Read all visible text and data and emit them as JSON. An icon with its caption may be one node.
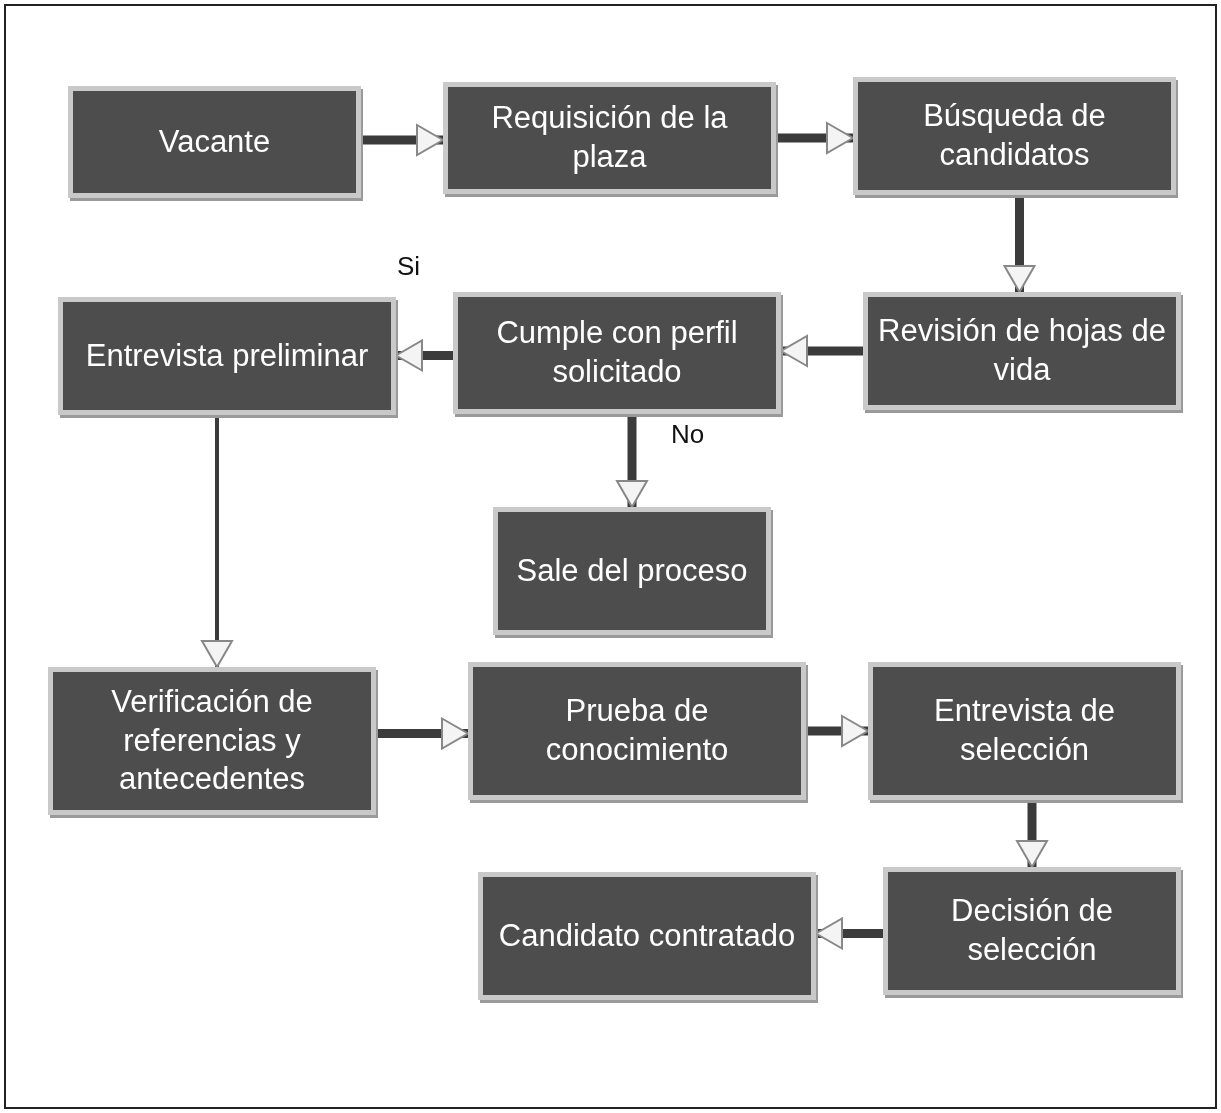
{
  "diagram": {
    "nodes": [
      {
        "text": [
          "Vacante"
        ]
      },
      {
        "text": [
          "Requisición de la plaza"
        ]
      },
      {
        "text": [
          "Búsqueda de candidatos"
        ]
      },
      {
        "text": [
          "Revisión de hojas de vida"
        ]
      },
      {
        "text": [
          "Cumple con perfil solicitado"
        ]
      },
      {
        "text": [
          "Entrevista preliminar"
        ]
      },
      {
        "text": [
          "Sale del proceso"
        ]
      },
      {
        "text": [
          "Verificación de referencias y antecedentes"
        ]
      },
      {
        "text": [
          "Prueba de conocimiento"
        ]
      },
      {
        "text": [
          "Entrevista de selección"
        ]
      },
      {
        "text": [
          "Decisión de selección"
        ]
      },
      {
        "text": [
          "Candidato contratado"
        ]
      }
    ],
    "edges": [
      {
        "from": 0,
        "to": 1,
        "arrow": "to"
      },
      {
        "from": 1,
        "to": 2,
        "arrow": "to"
      },
      {
        "from": 2,
        "to": 3,
        "arrow": "to"
      },
      {
        "from": 3,
        "to": 4,
        "arrow": "to"
      },
      {
        "from": 4,
        "to": 5,
        "arrow": "to",
        "label": "Si"
      },
      {
        "from": 4,
        "to": 6,
        "arrow": "to",
        "label": "No"
      },
      {
        "from": 5,
        "to": 7,
        "arrow": "to"
      },
      {
        "from": 7,
        "to": 8,
        "arrow": "to"
      },
      {
        "from": 8,
        "to": 9,
        "arrow": "to"
      },
      {
        "from": 9,
        "to": 10,
        "arrow": "to"
      },
      {
        "from": 10,
        "to": 11,
        "arrow": "to"
      }
    ]
  }
}
